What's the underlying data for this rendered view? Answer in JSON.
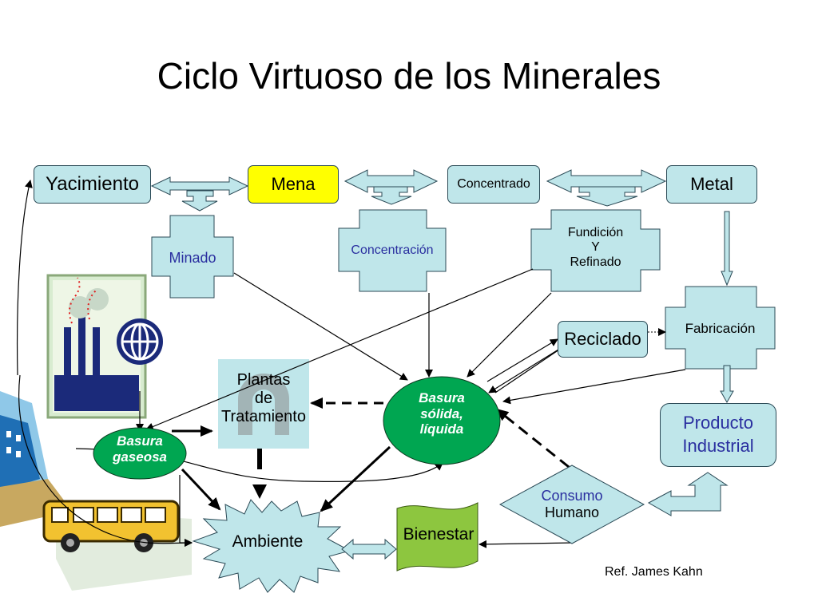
{
  "title": "Ciclo Virtuoso de los Minerales",
  "nodes": {
    "yacimiento": "Yacimiento",
    "mena": "Mena",
    "concentrado": "Concentrado",
    "metal": "Metal",
    "minado": "Minado",
    "concentracion": "Concentración",
    "fundicion_1": "Fundición",
    "fundicion_2": "Y",
    "fundicion_3": "Refinado",
    "reciclado": "Reciclado",
    "fabricacion": "Fabricación",
    "producto_1": "Producto",
    "producto_2": "Industrial",
    "plantas_1": "Plantas",
    "plantas_2": "de",
    "plantas_3": "Tratamiento",
    "basura_solida_1": "Basura",
    "basura_solida_2": "sólida,",
    "basura_solida_3": "líquida",
    "basura_gaseosa_1": "Basura",
    "basura_gaseosa_2": "gaseosa",
    "consumo_1": "Consumo",
    "consumo_2": "Humano",
    "ambiente": "Ambiente",
    "bienestar": "Bienestar"
  },
  "reference": "Ref. James Kahn",
  "colors": {
    "box_fill": "#bfe6ea",
    "box_border": "#2b4a56",
    "mena_fill": "#ffff00",
    "oval_fill": "#00a651",
    "bienestar_fill": "#8dc63f",
    "label_blue": "#2a2fa0"
  }
}
